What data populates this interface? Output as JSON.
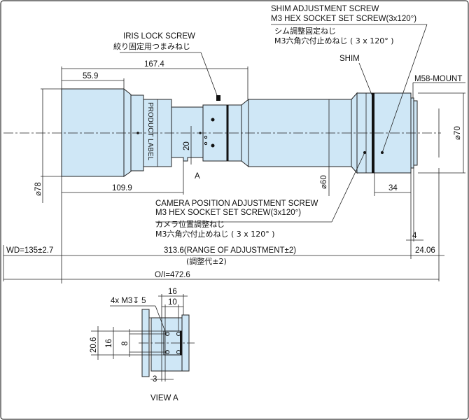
{
  "labels": {
    "shim_screw_en1": "SHIM ADJUSTMENT SCREW",
    "shim_screw_en2": "M3 HEX SOCKET SET SCREW(3x120°)",
    "shim_screw_jp1": "シム調整固定ねじ",
    "shim_screw_jp2": "M3六角穴付止めねじ ( 3 x 120° )",
    "iris_en": "IRIS LOCK SCREW",
    "iris_jp": "絞り固定用つまみねじ",
    "shim": "SHIM",
    "mount": "M58-MOUNT",
    "product_label": "PRODUCT LABEL",
    "cam_en1": "CAMERA POSITION ADJUSTMENT SCREW",
    "cam_en2": "M3 HEX SOCKET SET SCREW(3x120°)",
    "cam_jp1": "カメラ位置調整ねじ",
    "cam_jp2": "M3六角穴付止めねじ ( 3 x 120° )",
    "view_a_arrow": "A",
    "view_a": "VIEW A",
    "holes": "4x M3↧ 5"
  },
  "dimensions": {
    "d167_4": "167.4",
    "d55_9": "55.9",
    "d109_9": "109.9",
    "d20": "20",
    "dia78": "⌀78",
    "dia60": "⌀60",
    "dia70": "⌀70",
    "d34": "34",
    "d4": "4",
    "wd": "WD=135±2.7",
    "range": "313.6(RANGE OF ADJUSTMENT±2)",
    "range_jp": "(調整代±2)",
    "d24_06": "24.06",
    "oi": "O/I=472.6",
    "va16": "16",
    "va10": "10",
    "va20_6": "20.6",
    "va16v": "16",
    "va8": "8",
    "va3": "3"
  }
}
